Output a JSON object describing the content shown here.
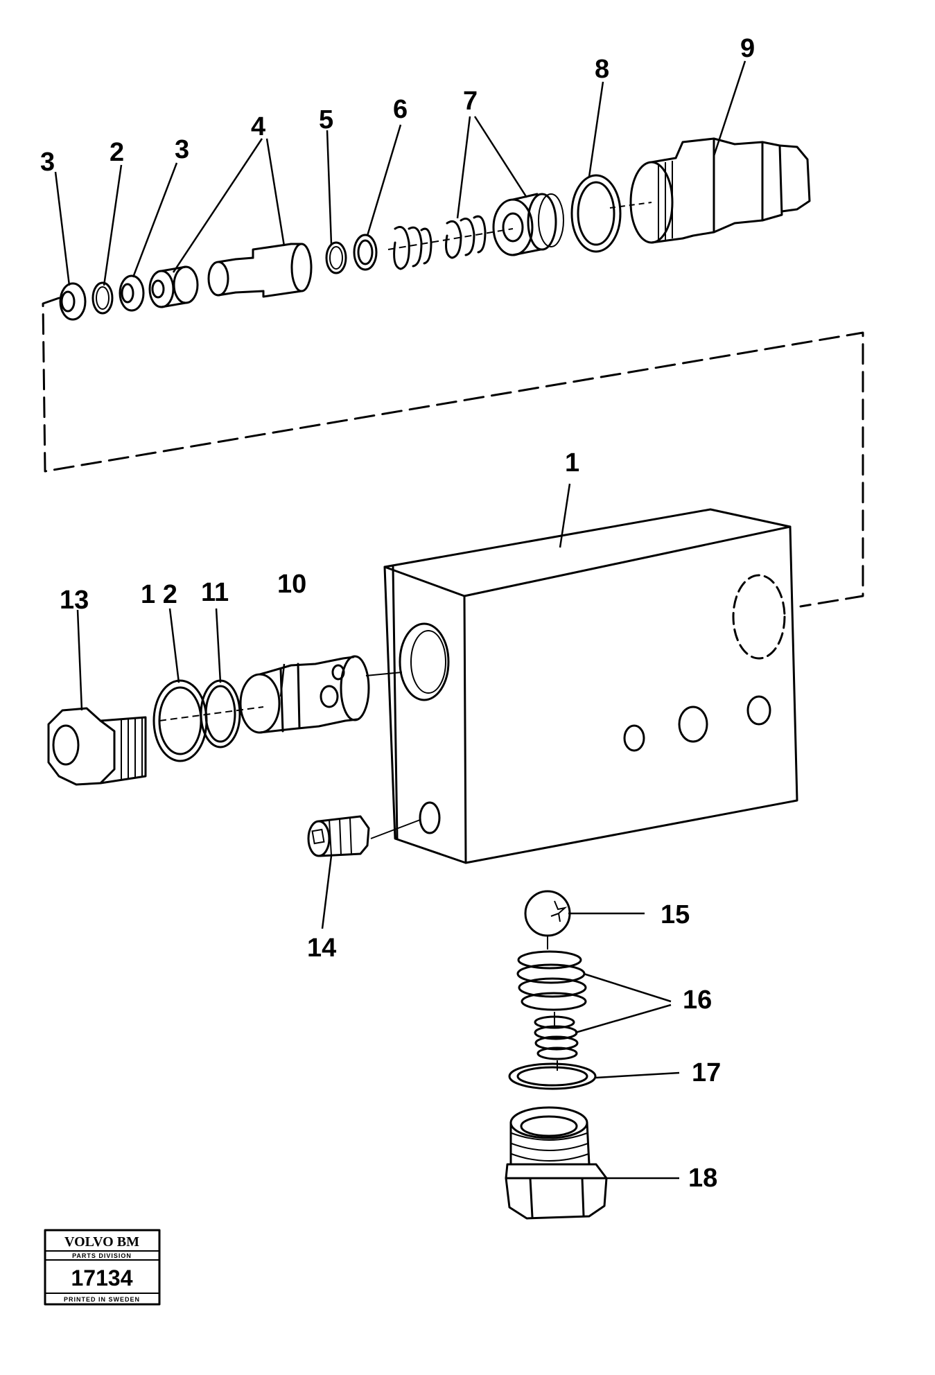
{
  "callouts": {
    "c1": "1",
    "c2": "2",
    "c3a": "3",
    "c3b": "3",
    "c4": "4",
    "c5": "5",
    "c6": "6",
    "c7": "7",
    "c8": "8",
    "c9": "9",
    "c10": "10",
    "c11": "11",
    "c12": "1 2",
    "c13": "13",
    "c14": "14",
    "c15": "15",
    "c16": "16",
    "c17": "17",
    "c18": "18"
  },
  "stamp": {
    "brand": "VOLVO BM",
    "division": "PARTS DIVISION",
    "number": "17134",
    "printed": "PRINTED IN SWEDEN"
  }
}
